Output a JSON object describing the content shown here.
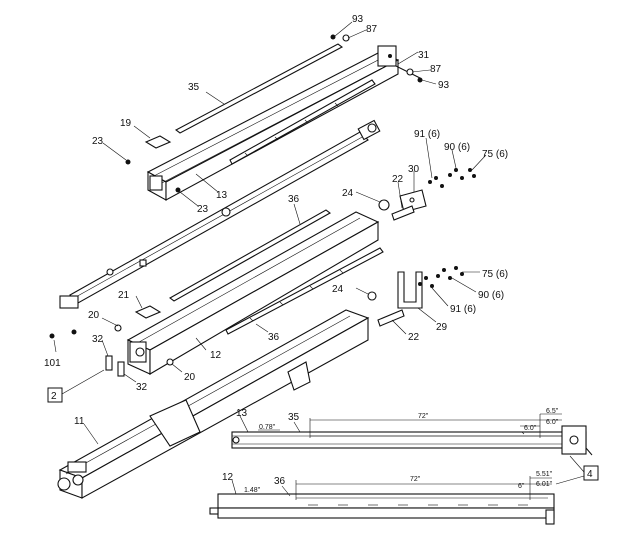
{
  "callouts": {
    "c93a": "93",
    "c87a": "87",
    "c31": "31",
    "c87b": "87",
    "c93b": "93",
    "c35": "35",
    "c19": "19",
    "c23a": "23",
    "c23b": "23",
    "c13": "13",
    "c91a": "91 (6)",
    "c90a": "90 (6)",
    "c75a": "75 (6)",
    "c30": "30",
    "c22a": "22",
    "c24a": "24",
    "c36": "36",
    "c21": "21",
    "c20a": "20",
    "c12": "12",
    "c36b": "36",
    "c24b": "24",
    "c75b": "75 (6)",
    "c90b": "90 (6)",
    "c91b": "91 (6)",
    "c29": "29",
    "c22b": "22",
    "c101": "101",
    "c32a": "32",
    "c32b": "32",
    "c20b": "20",
    "c2": "2",
    "c11": "11"
  },
  "detail_upper": {
    "part": "13",
    "strip": "35",
    "dim_left": "0.78\"",
    "dim_main": "72\"",
    "dim_a": "6.5\"",
    "dim_b": "6.0\"",
    "dim_c": "6.0\""
  },
  "detail_lower": {
    "part": "12",
    "strip": "36",
    "dim_left": "1.48\"",
    "dim_main": "72\"",
    "dim_a": "5.51\"",
    "dim_b": "6.01\"",
    "dim_c": "6\""
  },
  "box_label": "4"
}
